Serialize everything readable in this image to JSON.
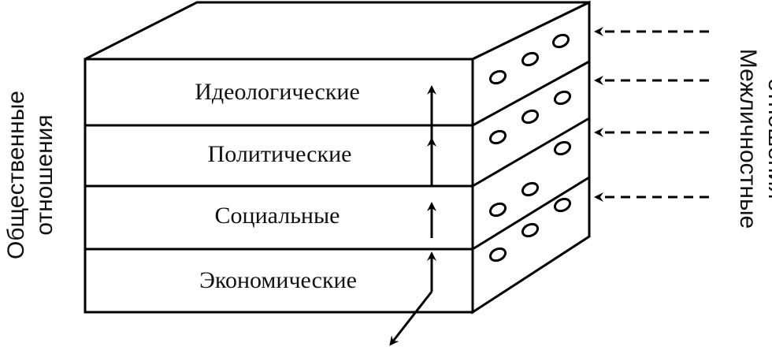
{
  "diagram": {
    "layers": [
      {
        "label": "Идеологические"
      },
      {
        "label": "Политические"
      },
      {
        "label": "Социальные"
      },
      {
        "label": "Экономические"
      }
    ],
    "left_label": {
      "line1": "Общественные",
      "line2": "отношения"
    },
    "right_label": {
      "line1": "Межличностные",
      "line2": "отношения"
    },
    "colors": {
      "stroke": "#000000",
      "background": "#ffffff"
    }
  }
}
